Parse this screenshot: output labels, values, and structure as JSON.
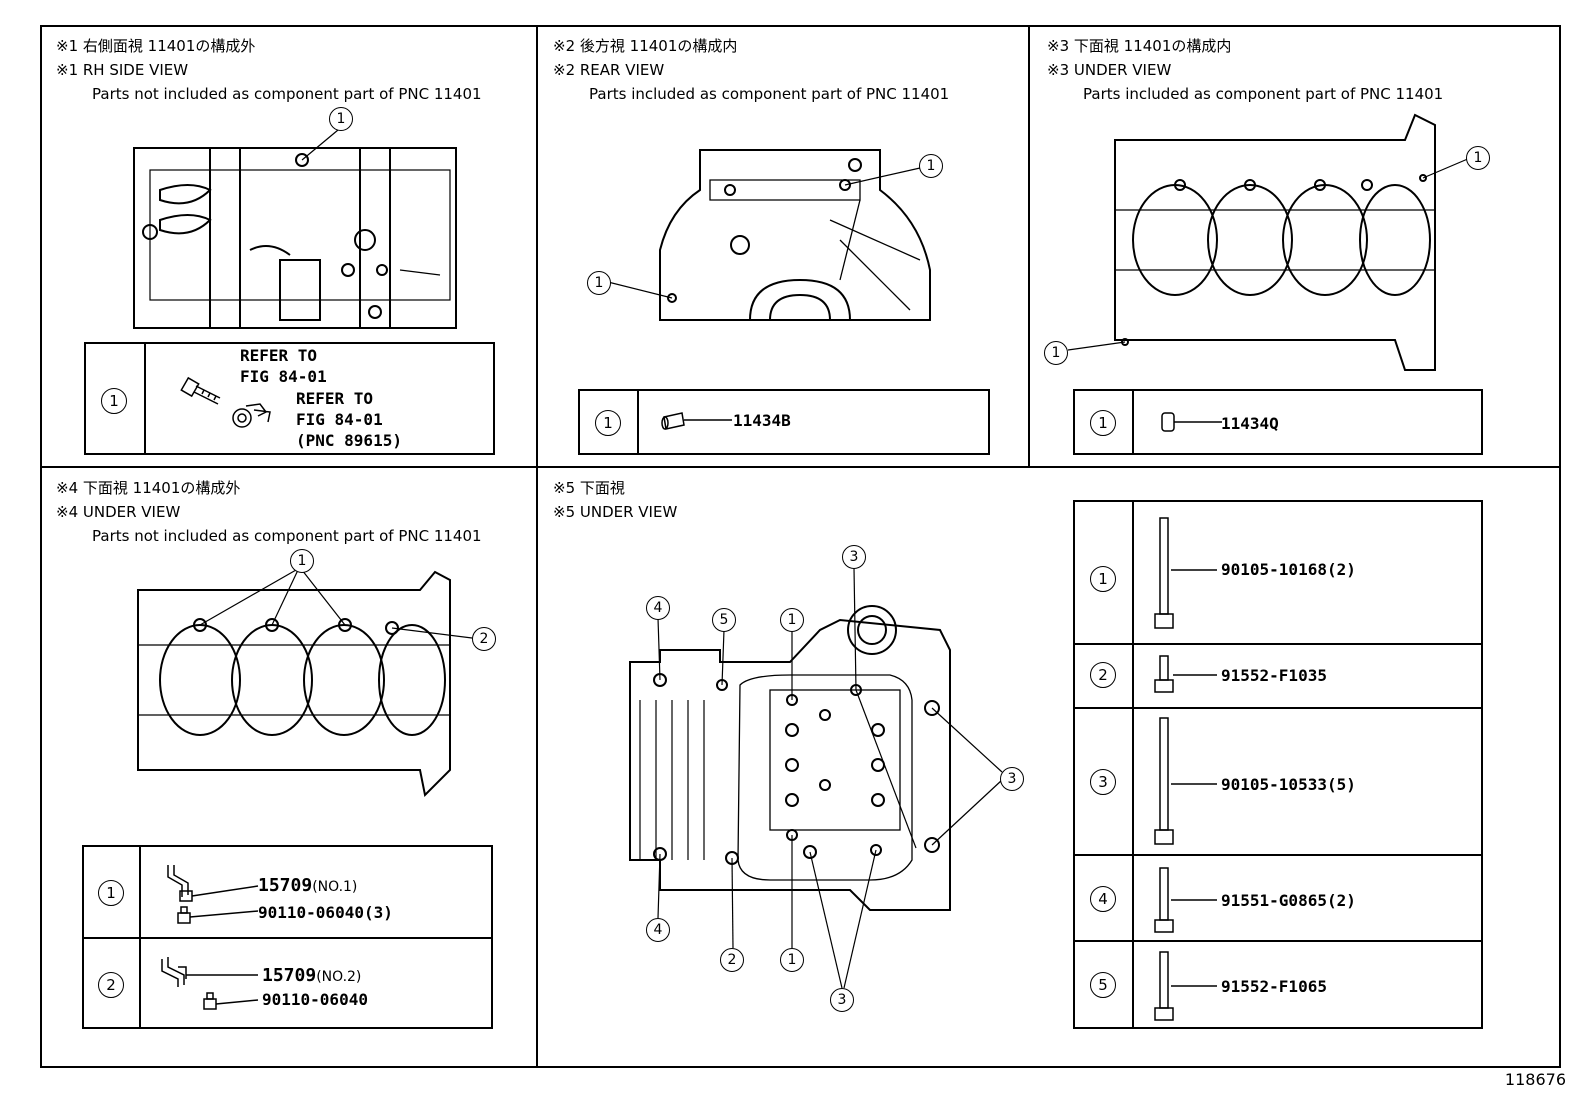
{
  "panels": {
    "p1": {
      "line1": "※1 右側面視 11401の構成外",
      "line2": "※1 RH SIDE VIEW",
      "line3": "Parts not included as component part of PNC 11401",
      "callout": "1",
      "legend": {
        "num": "1",
        "ref1a": "REFER TO",
        "ref1b": "FIG 84-01",
        "ref2a": "REFER TO",
        "ref2b": "FIG 84-01",
        "ref2c": "(PNC 89615)"
      }
    },
    "p2": {
      "line1": "※2 後方視 11401の構成内",
      "line2": "※2 REAR VIEW",
      "line3": "Parts included as component part of PNC 11401",
      "callouts": [
        "1",
        "1"
      ],
      "legend": {
        "num": "1",
        "part": "11434B"
      }
    },
    "p3": {
      "line1": "※3 下面視 11401の構成内",
      "line2": "※3 UNDER VIEW",
      "line3": "Parts included as component part of PNC 11401",
      "callouts": [
        "1",
        "1"
      ],
      "legend": {
        "num": "1",
        "part": "11434Q"
      }
    },
    "p4": {
      "line1": "※4 下面視 11401の構成外",
      "line2": "※4 UNDER VIEW",
      "line3": "Parts not included as component part of PNC 11401",
      "callouts": [
        "1",
        "2"
      ],
      "legend": [
        {
          "num": "1",
          "part": "15709",
          "note": "(NO.1)",
          "sub": "90110-06040(3)"
        },
        {
          "num": "2",
          "part": "15709",
          "note": "(NO.2)",
          "sub": "90110-06040"
        }
      ]
    },
    "p5": {
      "line1": "※5 下面視",
      "line2": "※5 UNDER VIEW",
      "callouts": {
        "c4a": "4",
        "c5": "5",
        "c1a": "1",
        "c3a": "3",
        "c3b": "3",
        "c4b": "4",
        "c2": "2",
        "c1b": "1",
        "c3c": "3"
      },
      "legend": [
        {
          "num": "1",
          "part": "90105-10168(2)"
        },
        {
          "num": "2",
          "part": "91552-F1035"
        },
        {
          "num": "3",
          "part": "90105-10533(5)"
        },
        {
          "num": "4",
          "part": "91551-G0865(2)"
        },
        {
          "num": "5",
          "part": "91552-F1065"
        }
      ]
    }
  },
  "figure_number": "118676"
}
